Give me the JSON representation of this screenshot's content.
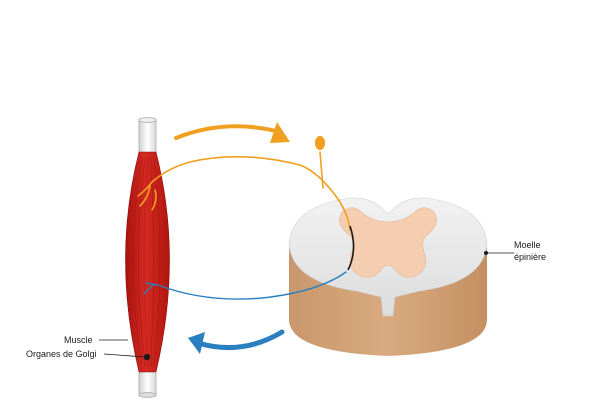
{
  "labels": {
    "spinal_cord_line1": "Moelle",
    "spinal_cord_line2": "épinière",
    "muscle": "Muscle",
    "golgi_organs": "Organes de Golgi"
  },
  "colors": {
    "afferent_nerve": "#f0a020",
    "efferent_nerve": "#2a7fc0",
    "muscle": "#c8201c",
    "grey_matter": "#f5cdb0",
    "white_matter": "#e6e6e6",
    "cord_side": "#d4a57a"
  }
}
